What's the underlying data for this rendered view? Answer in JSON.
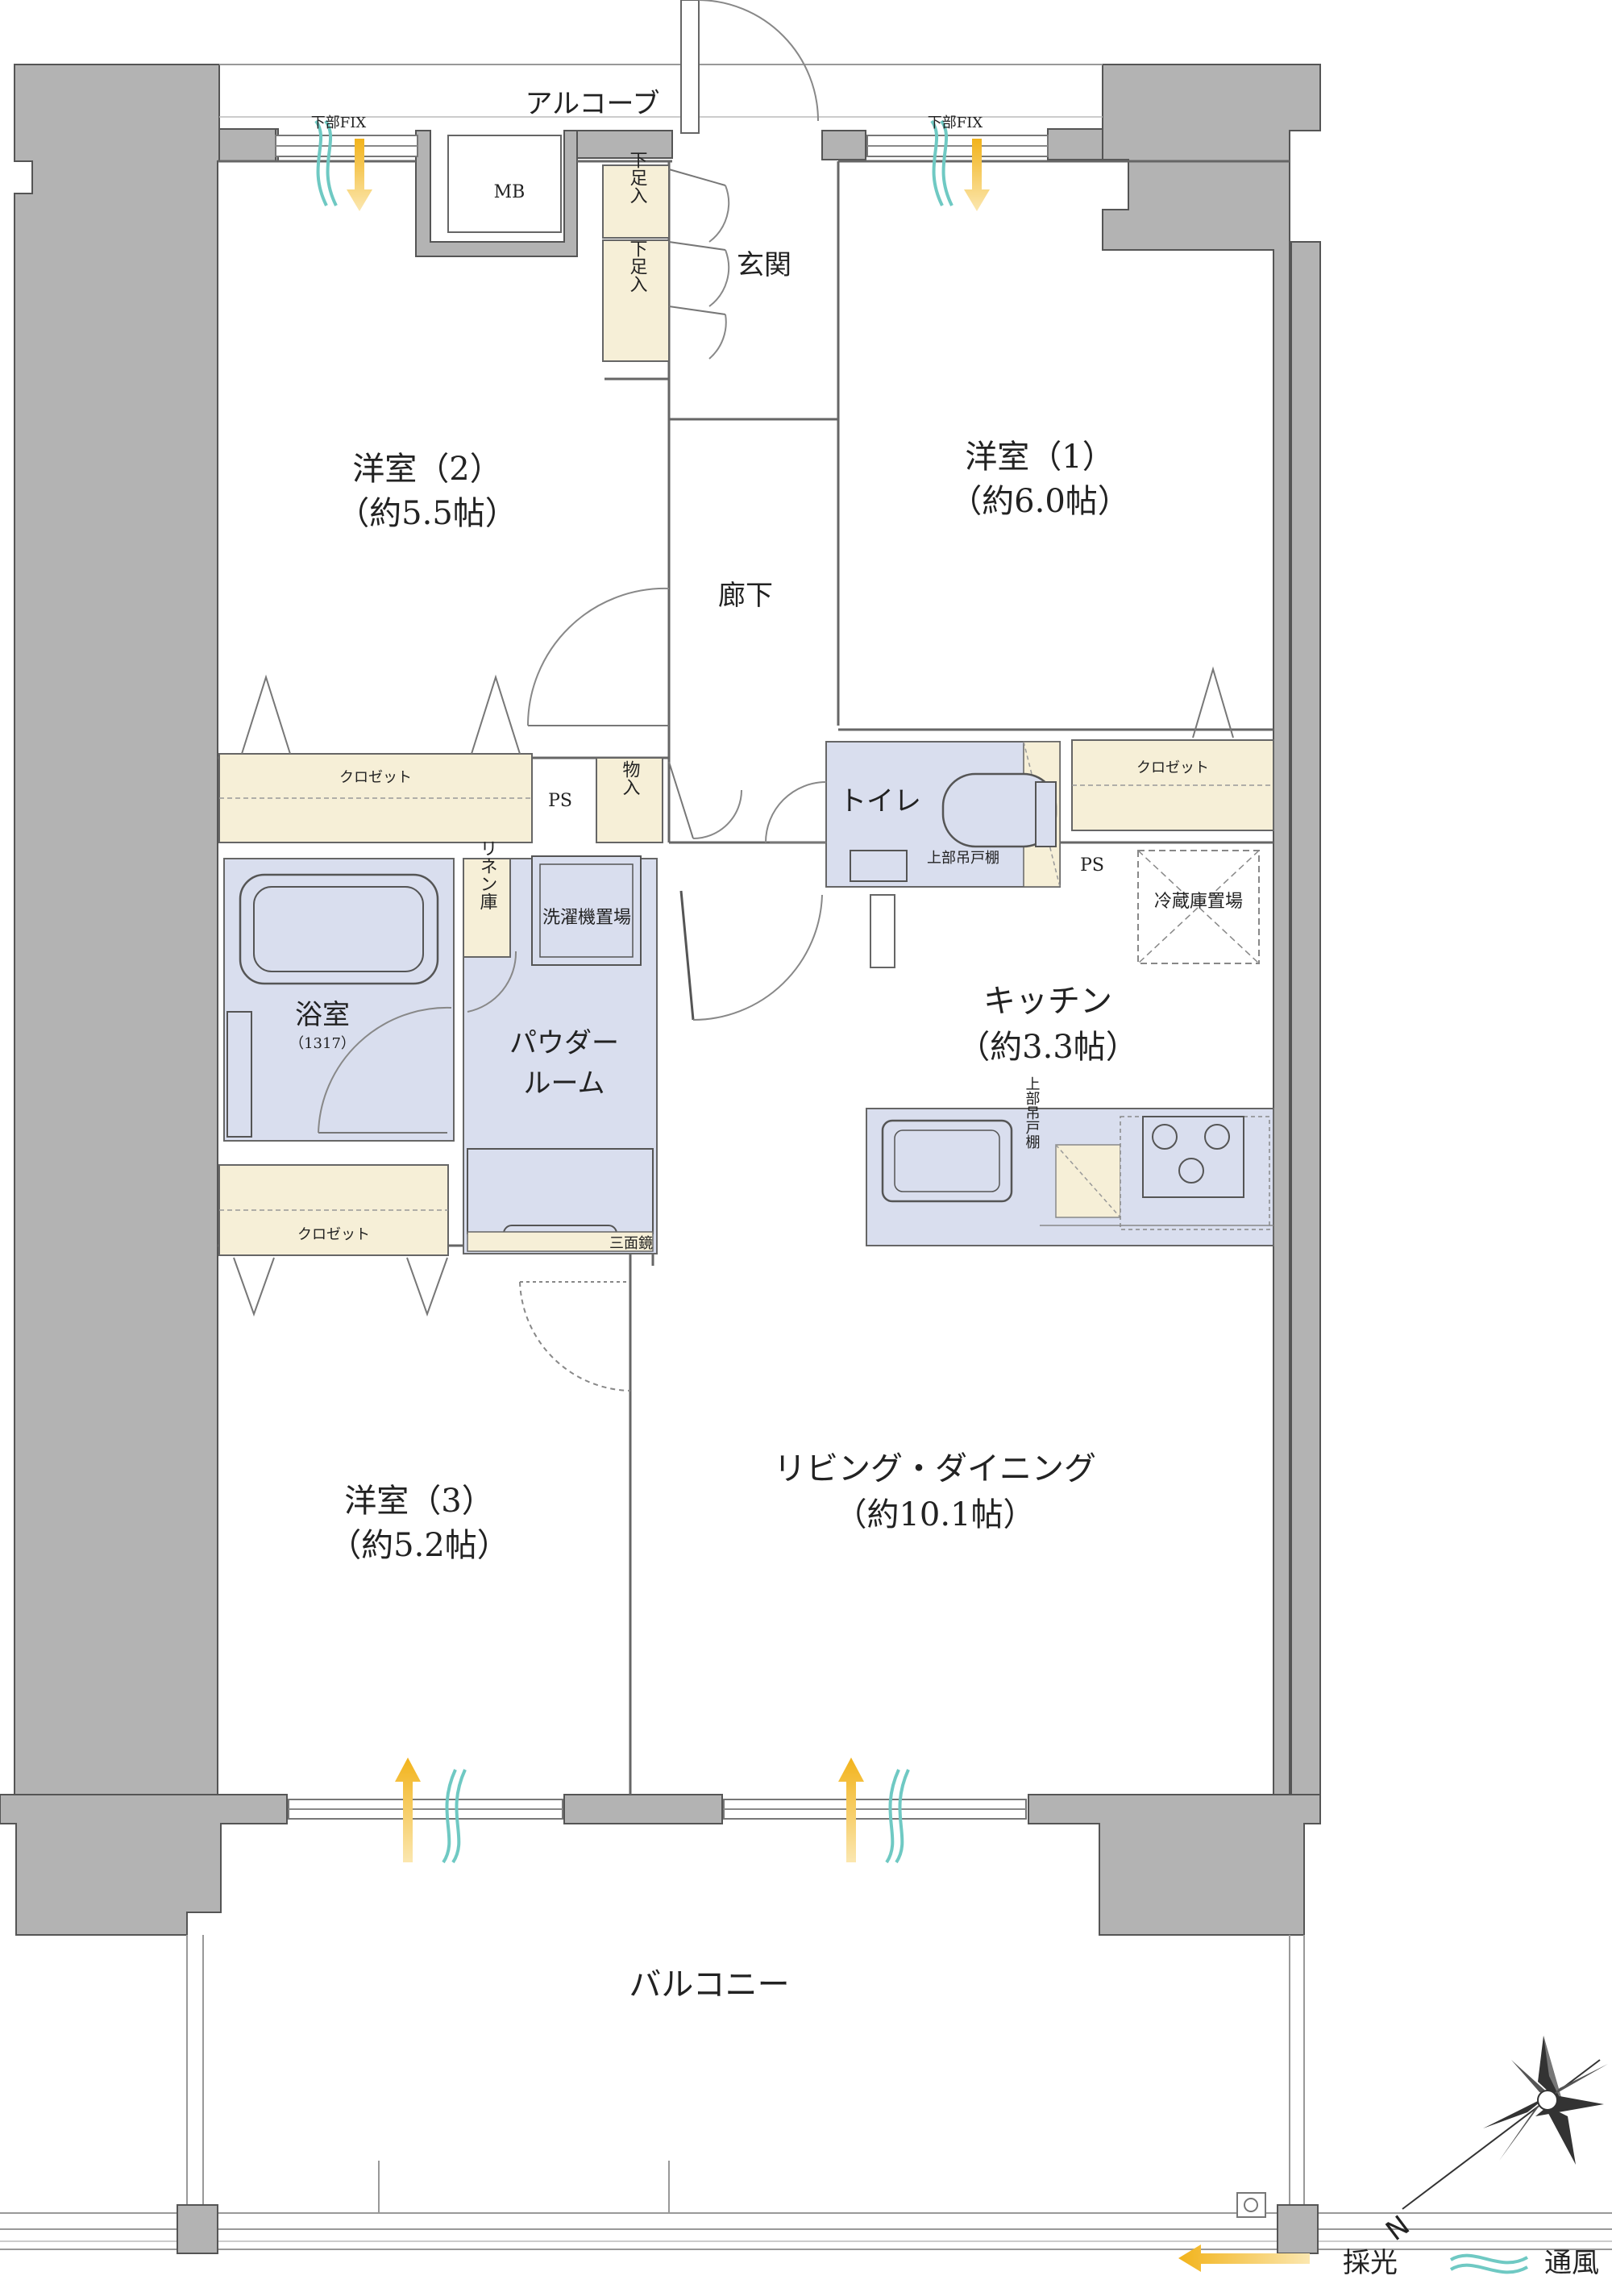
{
  "rooms": {
    "alcove": "アルコーブ",
    "mb": "MB",
    "shoe1": "下足入",
    "shoe2": "下足入",
    "genkan": "玄関",
    "bed2_name": "洋室（2）",
    "bed2_size": "（約5.5帖）",
    "bed1_name": "洋室（1）",
    "bed1_size": "（約6.0帖）",
    "corridor": "廊下",
    "closet_left": "クロゼット",
    "closet_right": "クロゼット",
    "closet_bottom": "クロゼット",
    "ps_left": "PS",
    "ps_right": "PS",
    "storage": "物入",
    "toilet": "トイレ",
    "toilet_shelf": "上部吊戸棚",
    "linen": "リネン庫",
    "washer": "洗濯機置場",
    "fridge": "冷蔵庫置場",
    "bath_name": "浴室",
    "bath_size": "（1317）",
    "powder1": "パウダー",
    "powder2": "ルーム",
    "kitchen_name": "キッチン",
    "kitchen_size": "（約3.3帖）",
    "kitchen_shelf": "上部吊戸棚",
    "mirror": "三面鏡",
    "bed3_name": "洋室（3）",
    "bed3_size": "（約5.2帖）",
    "ldk_name": "リビング・ダイニング",
    "ldk_size": "（約10.1帖）",
    "balcony": "バルコニー",
    "fix_left": "下部FIX",
    "fix_right": "下部FIX"
  },
  "legend": {
    "light": "採光",
    "wind": "通風"
  },
  "compass": {
    "north": "N"
  },
  "colors": {
    "wall": "#b3b3b3",
    "closet": "#f6efd7",
    "wet_area": "#d9deee",
    "light_arrow": "#f2b31b",
    "wind_arrow": "#6fc9c3"
  }
}
